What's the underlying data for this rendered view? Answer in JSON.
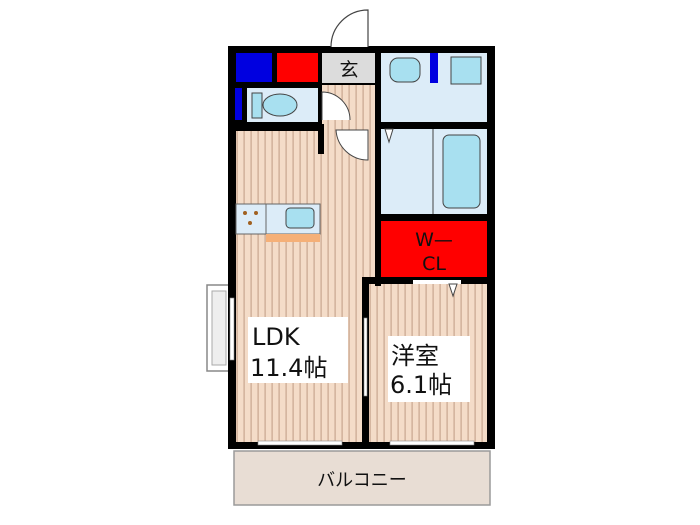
{
  "floor_plan": {
    "rooms": {
      "entrance": {
        "label": "玄"
      },
      "ldk": {
        "label": "LDK",
        "size": "11.4帖"
      },
      "western_room": {
        "label": "洋室",
        "size": "6.1帖"
      },
      "closet": {
        "label_line1": "W—",
        "label_line2": "CL"
      },
      "balcony": {
        "label": "バルコニー"
      }
    },
    "colors": {
      "wall": "#000000",
      "wood_floor": "#f4dcc8",
      "wood_line": "#c8a690",
      "wet_area": "#dcecf8",
      "fixture": "#a8e0f0",
      "storage_red": "#ff0000",
      "storage_blue": "#0000e0",
      "entrance_gray": "#dcdcdc",
      "balcony": "#e8ddd4",
      "kitchen_counter": "#f5b078"
    }
  }
}
